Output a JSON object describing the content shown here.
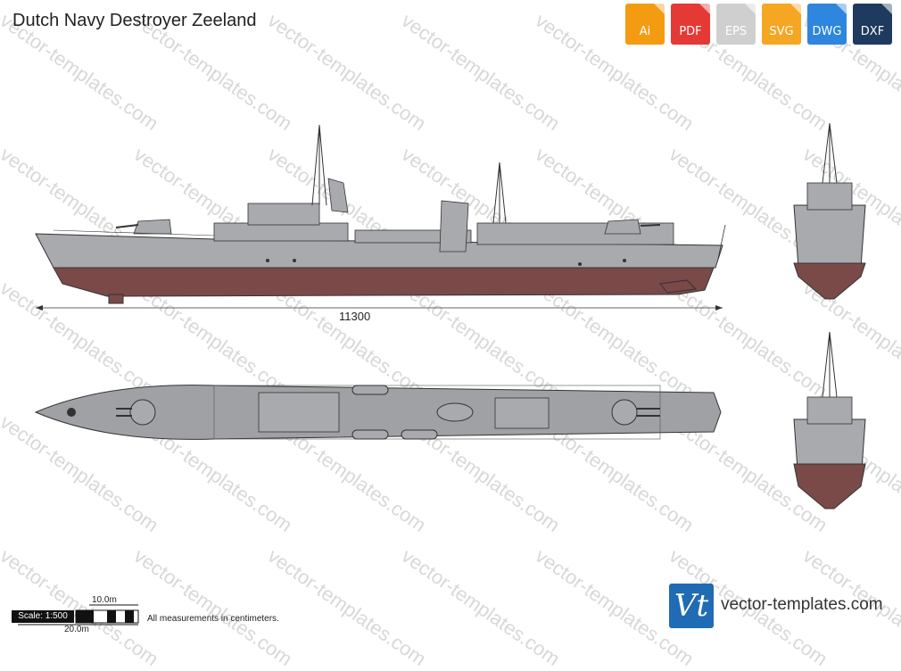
{
  "title": "Dutch Navy Destroyer Zeeland",
  "formats": [
    {
      "label": "Ai",
      "color": "#f39c12"
    },
    {
      "label": "PDF",
      "color": "#e53935"
    },
    {
      "label": "EPS",
      "color": "#d0d0d0"
    },
    {
      "label": "SVG",
      "color": "#f5a623"
    },
    {
      "label": "DWG",
      "color": "#2e86de"
    },
    {
      "label": "DXF",
      "color": "#1f3a5f"
    }
  ],
  "dimension_label": "11300",
  "scale": {
    "label": "Scale: 1:500",
    "top_mark": "10.0m",
    "bottom_mark": "20.0m"
  },
  "note": "All measurements in centimeters.",
  "logo": {
    "mark": "Vt",
    "text": "vector-templates.com"
  },
  "watermark": "vector-templates.com",
  "colors": {
    "hull": "#a8aaad",
    "underwater": "#7a4a48",
    "deck": "#9fa1a4",
    "line": "#333333"
  }
}
